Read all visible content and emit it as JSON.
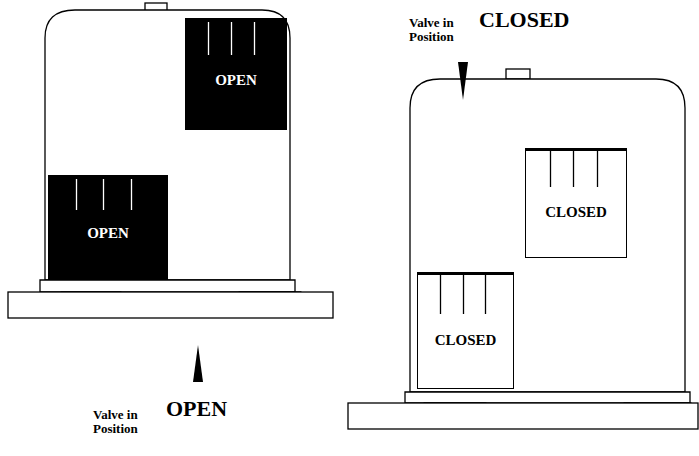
{
  "diagram": {
    "nodes": [
      {
        "text": [
          "OPEN"
        ]
      },
      {
        "text": [
          "OPEN"
        ]
      },
      {
        "text": [
          "CLOSED"
        ]
      },
      {
        "text": [
          "CLOSED"
        ]
      }
    ],
    "labels": [
      "Valve in Position",
      "CLOSED",
      "Valve in Position",
      "OPEN"
    ]
  }
}
